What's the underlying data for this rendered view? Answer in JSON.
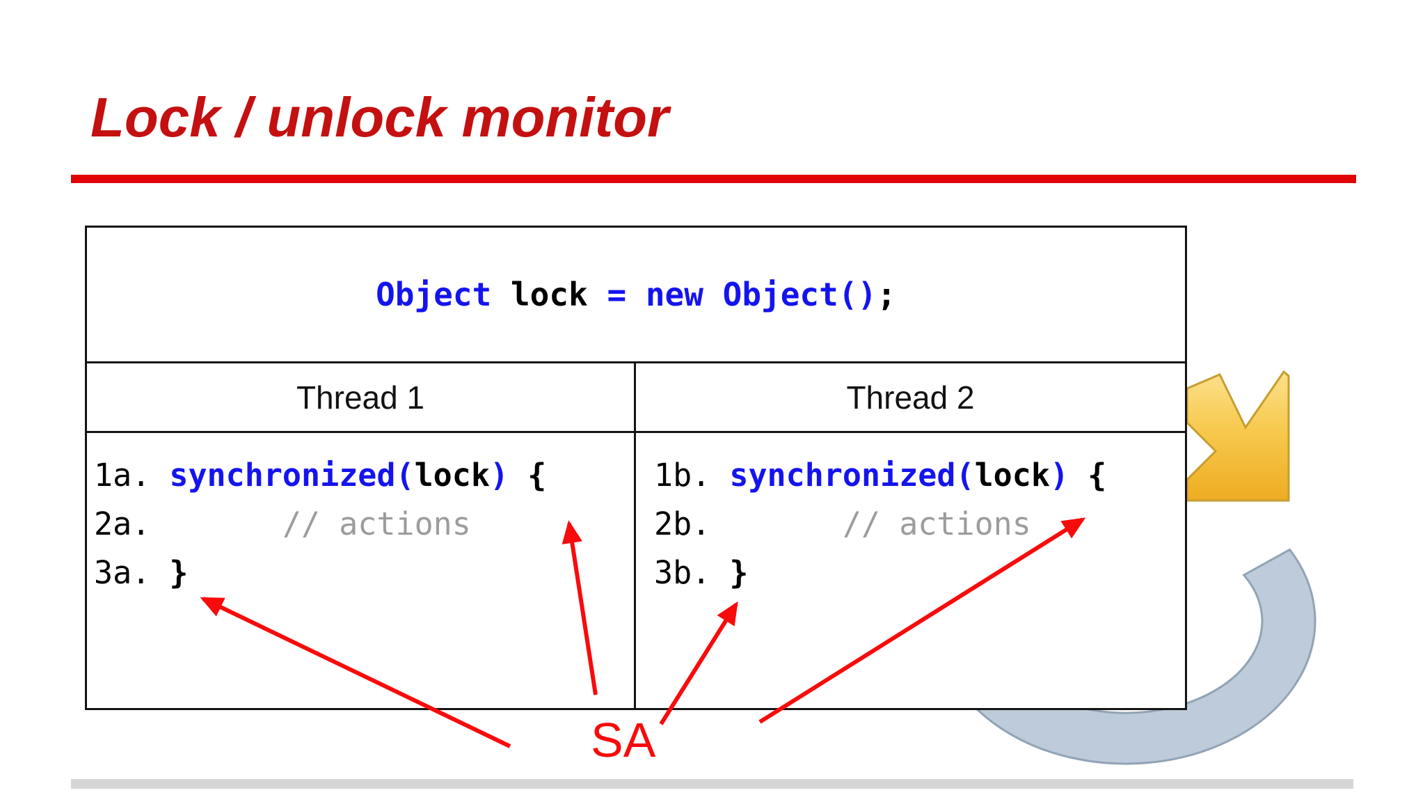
{
  "title": {
    "text": "Lock / unlock monitor"
  },
  "annotation": {
    "label": "SA"
  },
  "table": {
    "declaration": {
      "segments": [
        {
          "t": "Object"
        },
        {
          "t": " lock "
        },
        {
          "t": "="
        },
        {
          "t": " "
        },
        {
          "t": "new"
        },
        {
          "t": " "
        },
        {
          "t": "Object()"
        },
        {
          "t": ";"
        }
      ]
    },
    "columns": {
      "thread1": "Thread 1",
      "thread2": "Thread 2"
    },
    "thread1": {
      "lines": [
        {
          "segments": [
            {
              "t": "1a. "
            },
            {
              "t": "synchronized("
            },
            {
              "t": "lock"
            },
            {
              "t": ")"
            },
            {
              "t": " {"
            }
          ]
        },
        {
          "segments": [
            {
              "t": "2a.       "
            },
            {
              "t": "// actions"
            }
          ]
        },
        {
          "segments": [
            {
              "t": "3a. "
            },
            {
              "t": "}"
            }
          ]
        }
      ]
    },
    "thread2": {
      "lines": [
        {
          "segments": [
            {
              "t": "1b. "
            },
            {
              "t": "synchronized("
            },
            {
              "t": "lock"
            },
            {
              "t": ")"
            },
            {
              "t": " {"
            }
          ]
        },
        {
          "segments": [
            {
              "t": "2b.       "
            },
            {
              "t": "// actions"
            }
          ]
        },
        {
          "segments": [
            {
              "t": "3b. "
            },
            {
              "t": "}"
            }
          ]
        }
      ]
    }
  },
  "colors": {
    "title_red": "#C41010",
    "rule_red": "#E00404",
    "keyword_blue": "#1414EE",
    "comment_gray": "#9C9C9C",
    "annotation_red": "#F80B0B",
    "table_border": "#141414",
    "footer_gray": "#D6D6D6",
    "art_yellow": "#F7C94E",
    "art_blue_gray": "#BDCBDA"
  }
}
